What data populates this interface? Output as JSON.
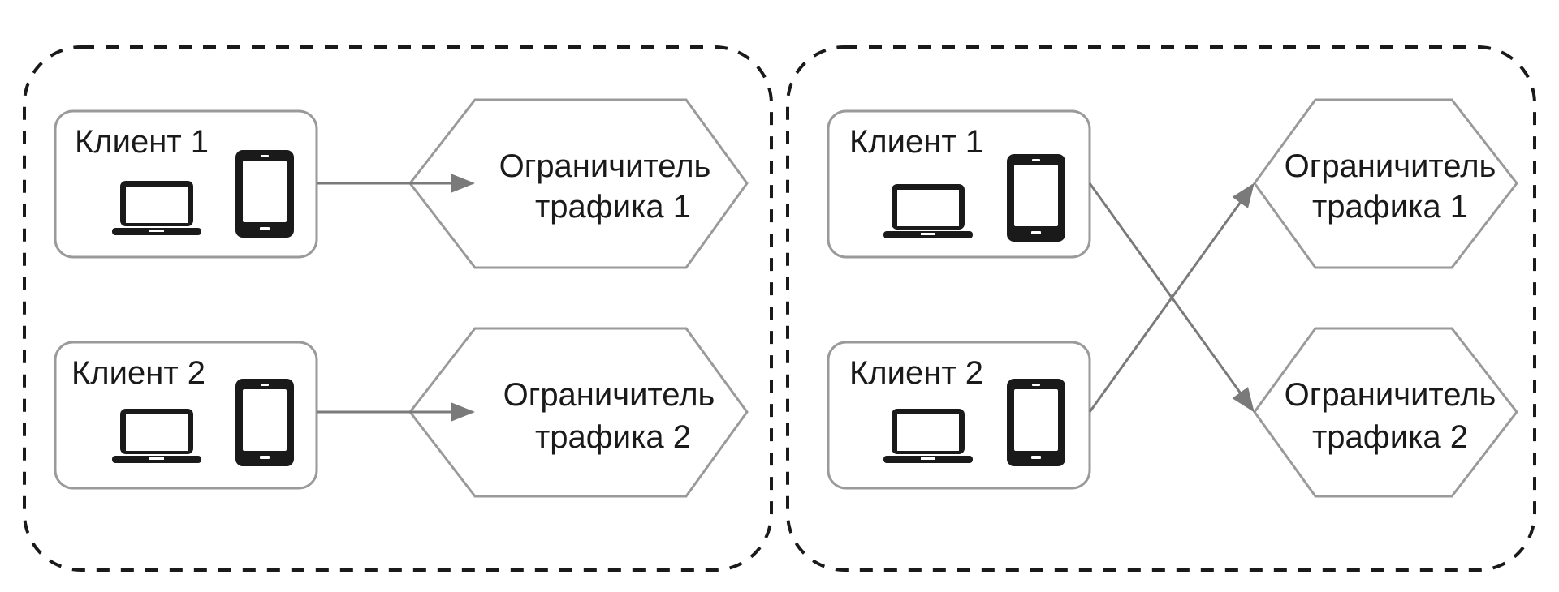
{
  "colors": {
    "frame": "#1a1a1a",
    "box_border": "#9a9a9a",
    "arrow": "#7a7a7a",
    "text": "#1a1a1a",
    "icon": "#1a1a1a"
  },
  "icons": [
    "laptop-icon",
    "tablet-icon"
  ],
  "left_panel": {
    "clients": [
      {
        "label": "Клиент 1"
      },
      {
        "label": "Клиент 2"
      }
    ],
    "limiters": [
      {
        "line1": "Ограничитель",
        "line2": "трафика 1"
      },
      {
        "line1": "Ограничитель",
        "line2": "трафика 2"
      }
    ]
  },
  "right_panel": {
    "clients": [
      {
        "label": "Клиент 1"
      },
      {
        "label": "Клиент 2"
      }
    ],
    "limiters": [
      {
        "line1": "Ограничитель",
        "line2": "трафика 1"
      },
      {
        "line1": "Ограничитель",
        "line2": "трафика 2"
      }
    ]
  }
}
